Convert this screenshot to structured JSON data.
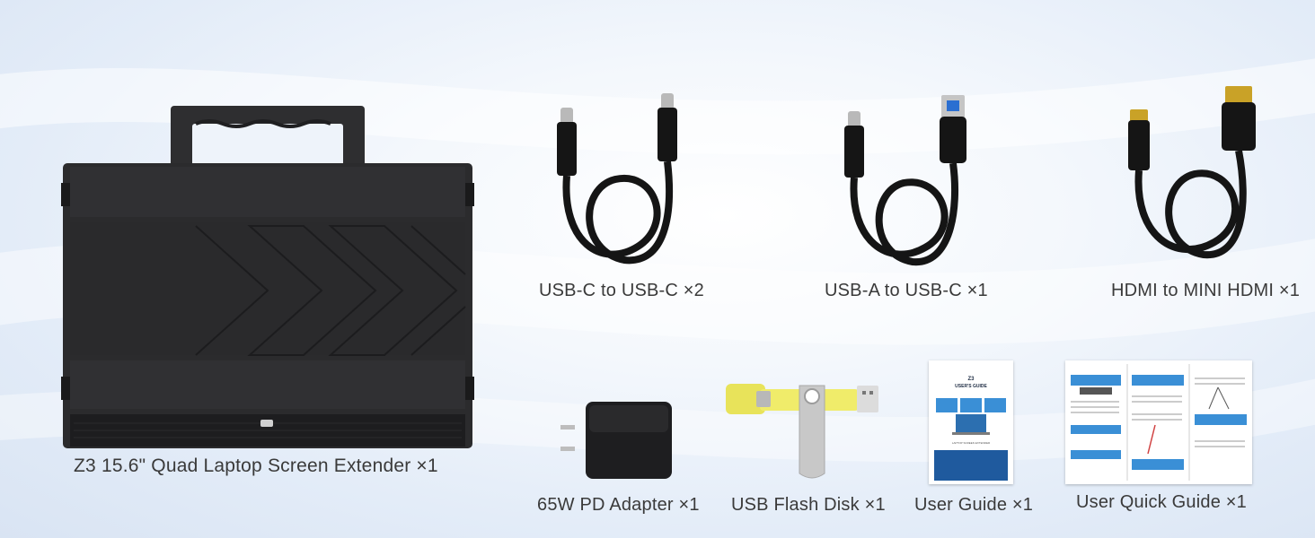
{
  "products": {
    "extender": {
      "label": "Z3 15.6\" Quad Laptop Screen Extender ×1"
    },
    "usbc_cable": {
      "label": "USB-C to USB-C ×2"
    },
    "usba_cable": {
      "label": "USB-A to USB-C ×1"
    },
    "hdmi_cable": {
      "label": "HDMI to MINI HDMI ×1"
    },
    "adapter": {
      "label": "65W PD Adapter ×1"
    },
    "flash_disk": {
      "label": "USB Flash Disk ×1"
    },
    "user_guide": {
      "label": "User Guide ×1",
      "cover_title": "Z3",
      "cover_subtitle": "USER'S GUIDE",
      "cover_footer": "LAPTOP SCREEN EXTENDER"
    },
    "quick_guide": {
      "label": "User Quick Guide ×1"
    }
  },
  "colors": {
    "device": "#2b2b2d",
    "device_dark": "#1c1c1e",
    "cable": "#151515",
    "flash_yellow": "#e8e35a",
    "flash_silver": "#c8c8c8",
    "guide_blue": "#1f5a9e"
  }
}
